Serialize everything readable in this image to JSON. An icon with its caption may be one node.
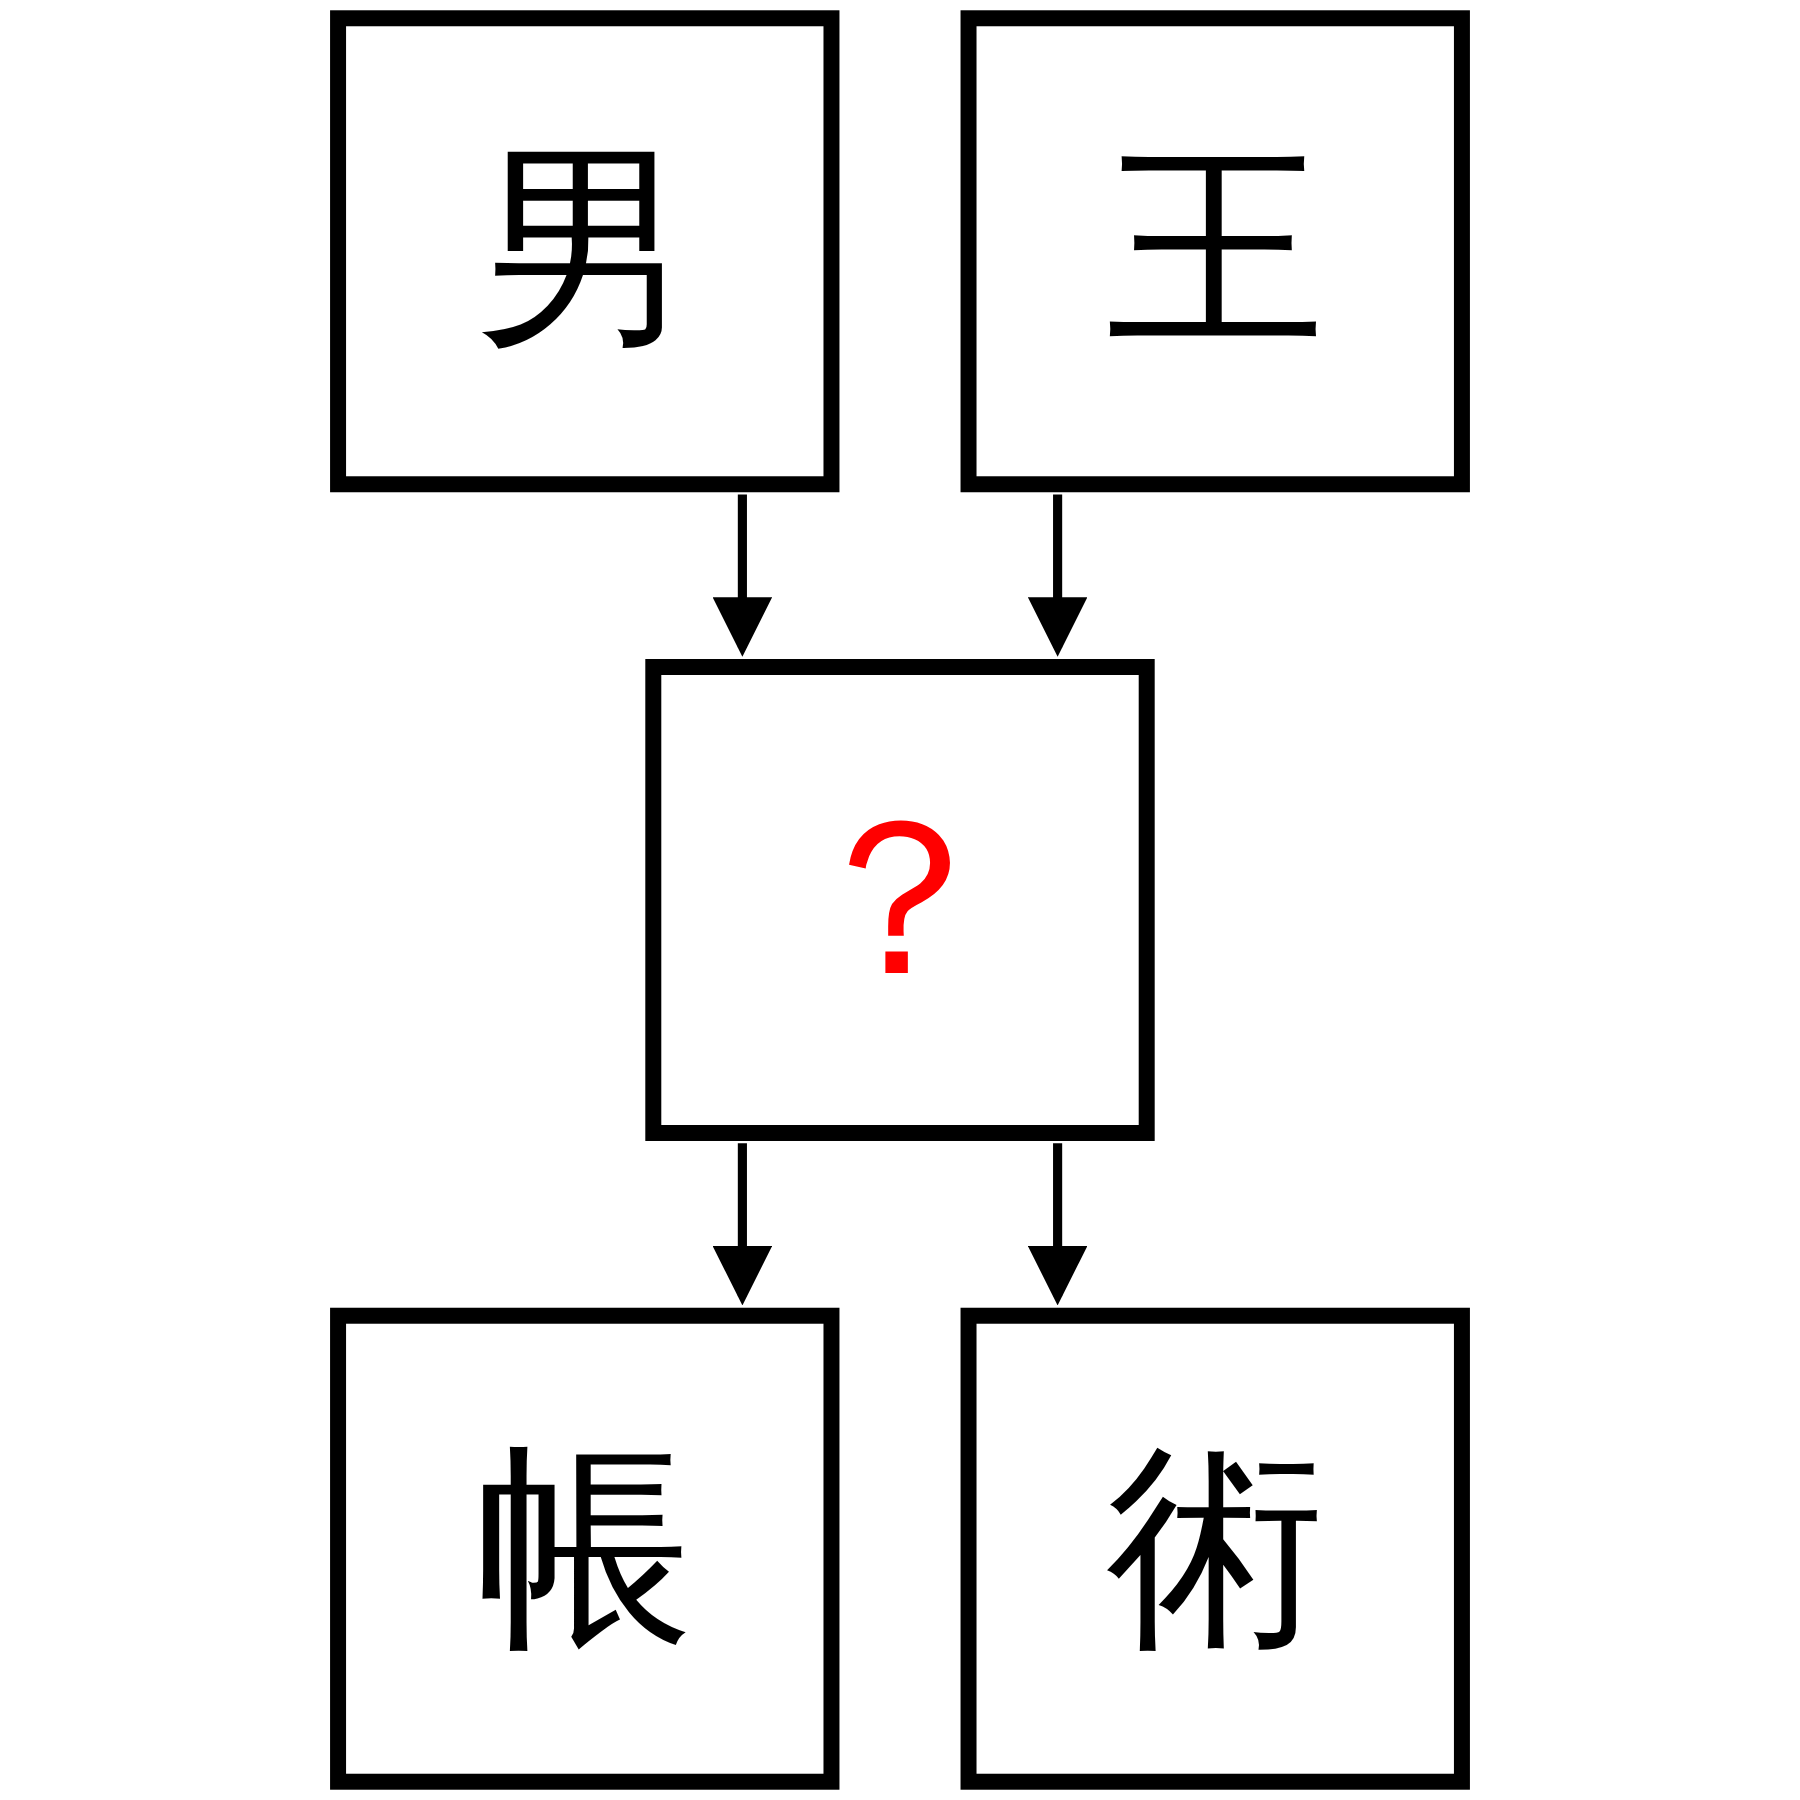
{
  "diagram": {
    "nodes": [
      {
        "text": [
          "男"
        ]
      },
      {
        "text": [
          "王"
        ]
      },
      {
        "text": [
          "？"
        ]
      },
      {
        "text": [
          "帳"
        ]
      },
      {
        "text": [
          "術"
        ]
      }
    ],
    "edges": [
      {
        "from": 0,
        "to": 2,
        "arrow": "to"
      },
      {
        "from": 1,
        "to": 2,
        "arrow": "to"
      },
      {
        "from": 2,
        "to": 3,
        "arrow": "to"
      },
      {
        "from": 2,
        "to": 4,
        "arrow": "to"
      }
    ]
  }
}
